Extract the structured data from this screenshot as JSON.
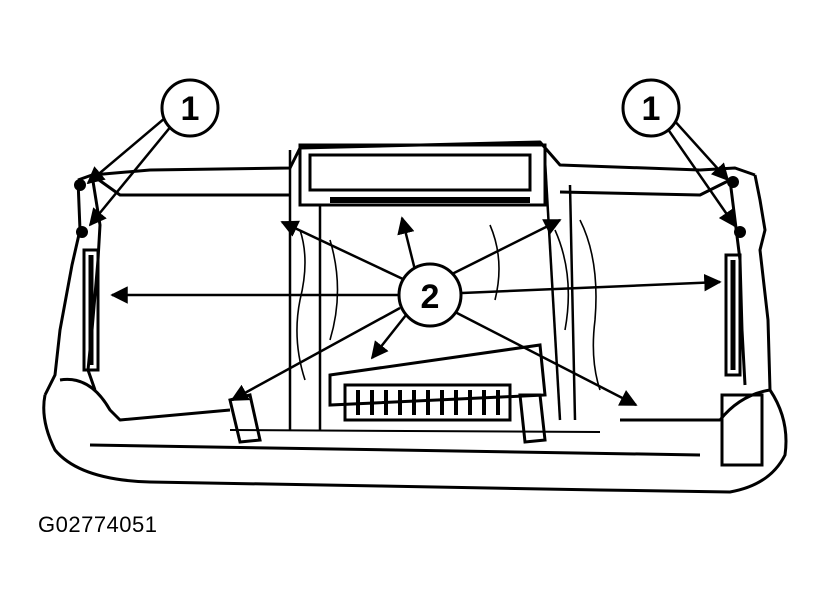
{
  "figure": {
    "id_label": "G02774051",
    "callouts": [
      {
        "number": "1",
        "name": "callout-1-left"
      },
      {
        "number": "1",
        "name": "callout-1-right"
      },
      {
        "number": "2",
        "name": "callout-2-center"
      }
    ]
  }
}
